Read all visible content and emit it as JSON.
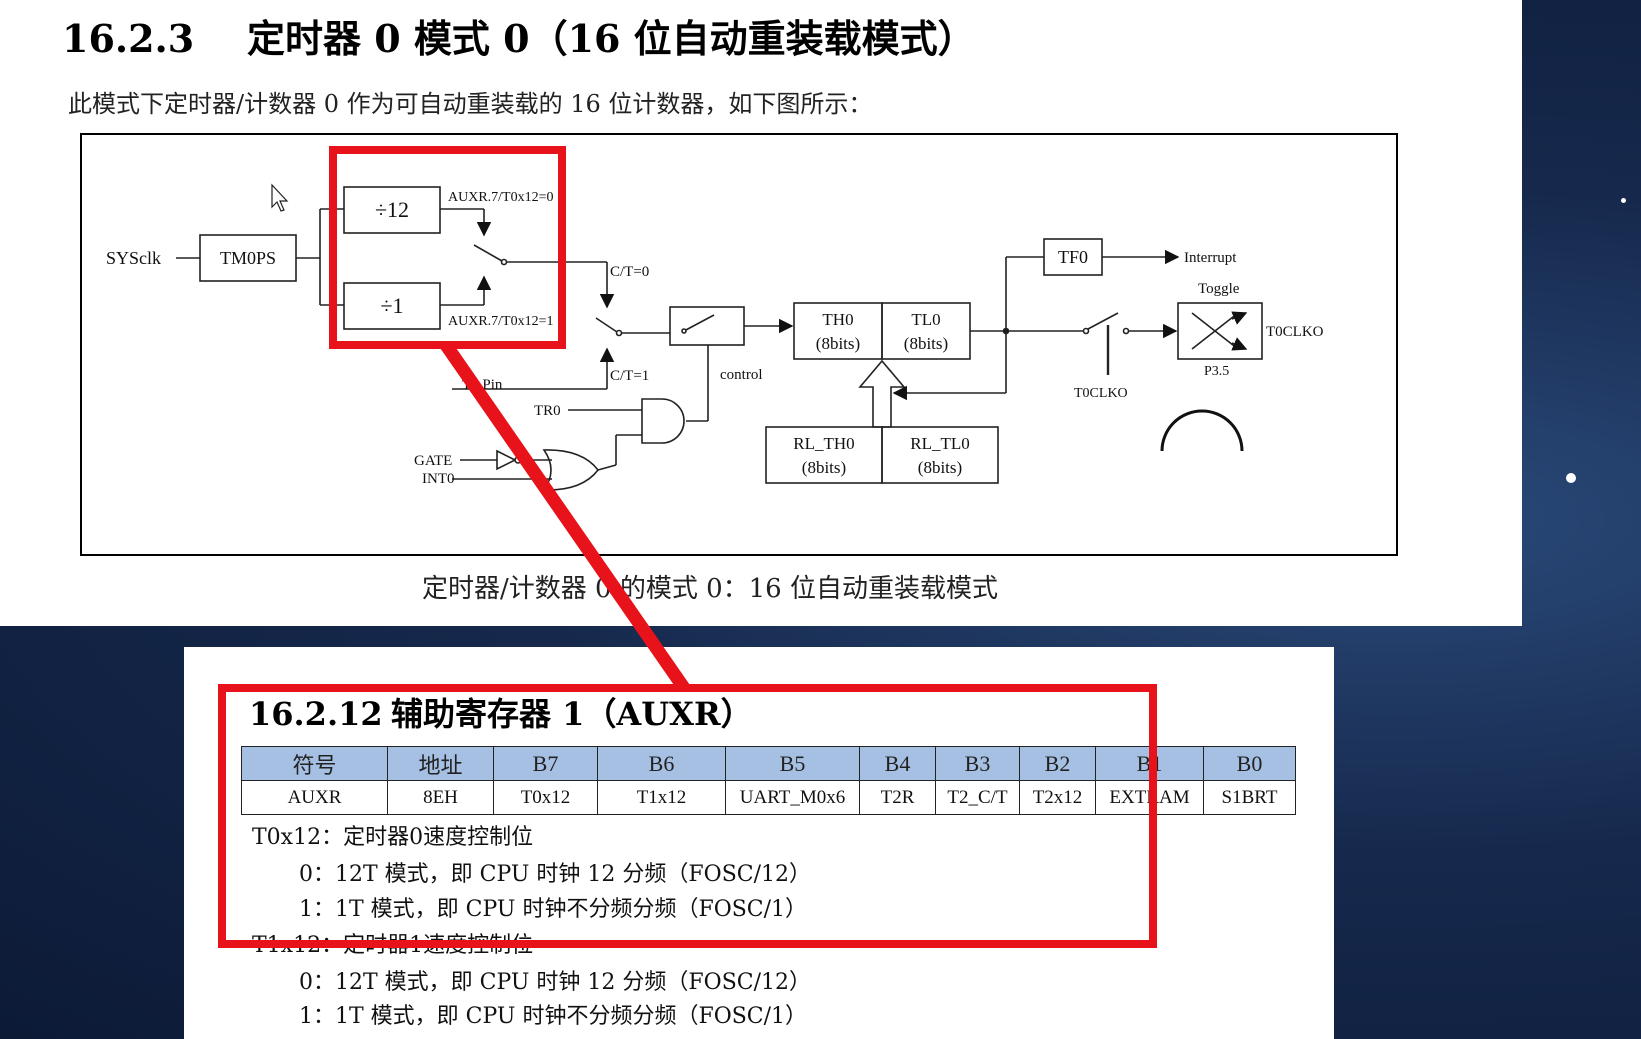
{
  "section": {
    "number": "16.2.3",
    "title": "定时器 0 模式 0（16 位自动重装载模式）",
    "intro": "此模式下定时器/计数器 0 作为可自动重装载的 16 位计数器，如下图所示："
  },
  "diagram": {
    "labels": {
      "sysclk": "SYSclk",
      "tm0ps": "TM0PS",
      "div12": "÷12",
      "div1": "÷1",
      "auxr_sel0": "AUXR.7/T0x12=0",
      "auxr_sel1": "AUXR.7/T0x12=1",
      "ct0": "C/T=0",
      "ct1": "C/T=1",
      "t0pin": "T0 Pin",
      "tr0": "TR0",
      "gate": "GATE",
      "int0": "INT0",
      "control": "control",
      "th0": "TH0",
      "tl0": "TL0",
      "bits": "(8bits)",
      "rl_th0": "RL_TH0",
      "rl_tl0": "RL_TL0",
      "tf0": "TF0",
      "interrupt": "Interrupt",
      "toggle": "Toggle",
      "t0clko_out": "T0CLKO",
      "p35": "P3.5",
      "t0clko_sw": "T0CLKO"
    }
  },
  "caption": "定时器/计数器 0 的模式 0：16 位自动重装载模式",
  "register": {
    "number": "16.2.12",
    "title": "辅助寄存器 1（AUXR）",
    "headers": [
      "符号",
      "地址",
      "B7",
      "B6",
      "B5",
      "B4",
      "B3",
      "B2",
      "B1",
      "B0"
    ],
    "row": [
      "AUXR",
      "8EH",
      "T0x12",
      "T1x12",
      "UART_M0x6",
      "T2R",
      "T2_C/T",
      "T2x12",
      "EXTRAM",
      "S1BRT"
    ]
  },
  "descriptions": {
    "t0x12_title": "T0x12：定时器0速度控制位",
    "t0x12_0": "0：12T 模式，即 CPU 时钟 12 分频（FOSC/12）",
    "t0x12_1": "1：1T 模式，即 CPU 时钟不分频分频（FOSC/1）",
    "t1x12_title": "T1x12：定时器1速度控制位",
    "t1x12_0": "0：12T 模式，即 CPU 时钟 12 分频（FOSC/12）",
    "t1x12_1": "1：1T 模式，即 CPU 时钟不分频分频（FOSC/1）"
  },
  "colors": {
    "annotation_red": "#e8121b",
    "table_header": "#a6c0e4",
    "background": "#16294d"
  }
}
